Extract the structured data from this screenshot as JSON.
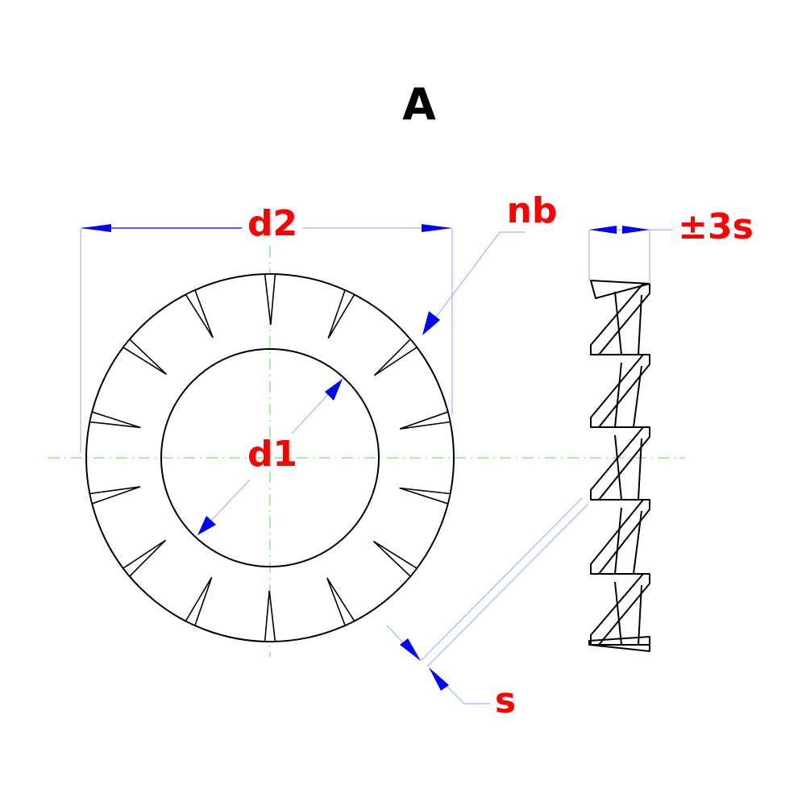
{
  "title": "A",
  "labels": {
    "outer_diameter": "d2",
    "inner_diameter": "d1",
    "tooth_count": "nb",
    "height": "±3s",
    "thickness": "s"
  },
  "tooth_count_drawn": 14,
  "colors": {
    "outline": "#000000",
    "dimension": "#0000ff",
    "dimension_line": "#aab0ff",
    "label": "#ff0000",
    "centerline": "#55dd55"
  }
}
